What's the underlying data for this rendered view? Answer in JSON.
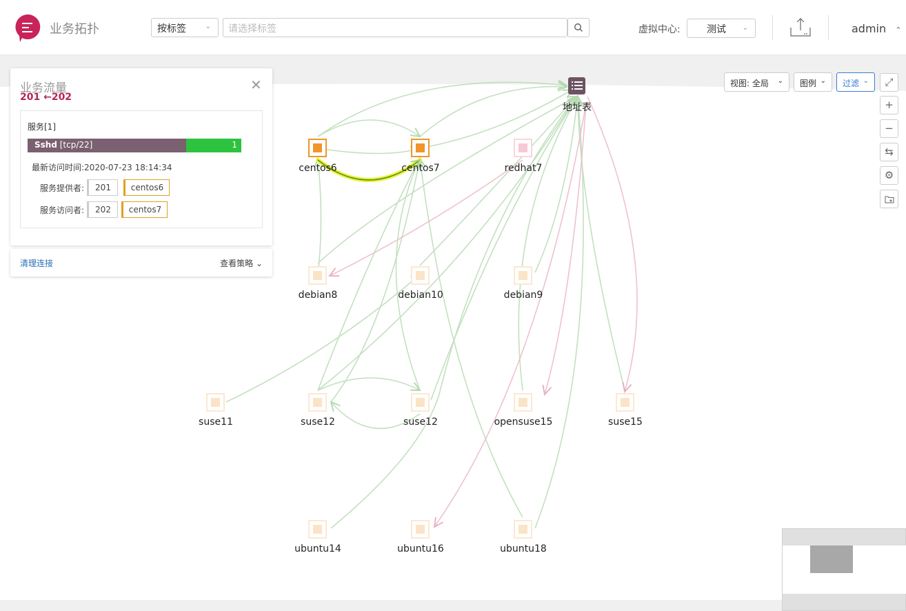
{
  "header": {
    "app_title": "业务拓扑",
    "tag_select": "按标签",
    "tag_input_placeholder": "请选择标签",
    "virtual_center_label": "虚拟中心:",
    "virtual_center_value": "测试",
    "user": "admin"
  },
  "panel": {
    "title": "业务流量",
    "ids": "201 ←202",
    "service_head": "服务[1]",
    "service_name": "Sshd",
    "service_port": "[tcp/22]",
    "service_count": "1",
    "last_access_label": "最新访问时间:",
    "last_access_value": "2020-07-23 18:14:34",
    "provider_label": "服务提供者:",
    "provider_id": "201",
    "provider_host": "centos6",
    "visitor_label": "服务访问者:",
    "visitor_id": "202",
    "visitor_host": "centos7",
    "clear_link": "清理连接",
    "view_policy": "查看策略"
  },
  "toolbar": {
    "view": "视图: 全局",
    "legend": "图例",
    "filter": "过滤"
  },
  "nodes": [
    {
      "id": "addr",
      "label": "地址表",
      "type": "table"
    },
    {
      "id": "centos6",
      "label": "centos6",
      "type": "active"
    },
    {
      "id": "centos7",
      "label": "centos7",
      "type": "active"
    },
    {
      "id": "redhat7",
      "label": "redhat7",
      "type": "pink"
    },
    {
      "id": "debian8",
      "label": "debian8",
      "type": "faded"
    },
    {
      "id": "debian10",
      "label": "debian10",
      "type": "faded"
    },
    {
      "id": "debian9",
      "label": "debian9",
      "type": "faded"
    },
    {
      "id": "suse11",
      "label": "suse11",
      "type": "faded"
    },
    {
      "id": "suse12a",
      "label": "suse12",
      "type": "faded"
    },
    {
      "id": "suse12b",
      "label": "suse12",
      "type": "faded"
    },
    {
      "id": "opensuse15",
      "label": "opensuse15",
      "type": "faded"
    },
    {
      "id": "suse15",
      "label": "suse15",
      "type": "faded"
    },
    {
      "id": "ubuntu14",
      "label": "ubuntu14",
      "type": "faded"
    },
    {
      "id": "ubuntu16",
      "label": "ubuntu16",
      "type": "faded"
    },
    {
      "id": "ubuntu18",
      "label": "ubuntu18",
      "type": "faded"
    }
  ],
  "colors": {
    "accent": "#c8245a",
    "node_active": "#f0952a",
    "node_faded": "#fbe3c6",
    "node_pink": "#f7c9d4",
    "edge_green": "#b9dbb4",
    "edge_pink": "#ecbccb",
    "highlight": "#f2ef2a"
  }
}
